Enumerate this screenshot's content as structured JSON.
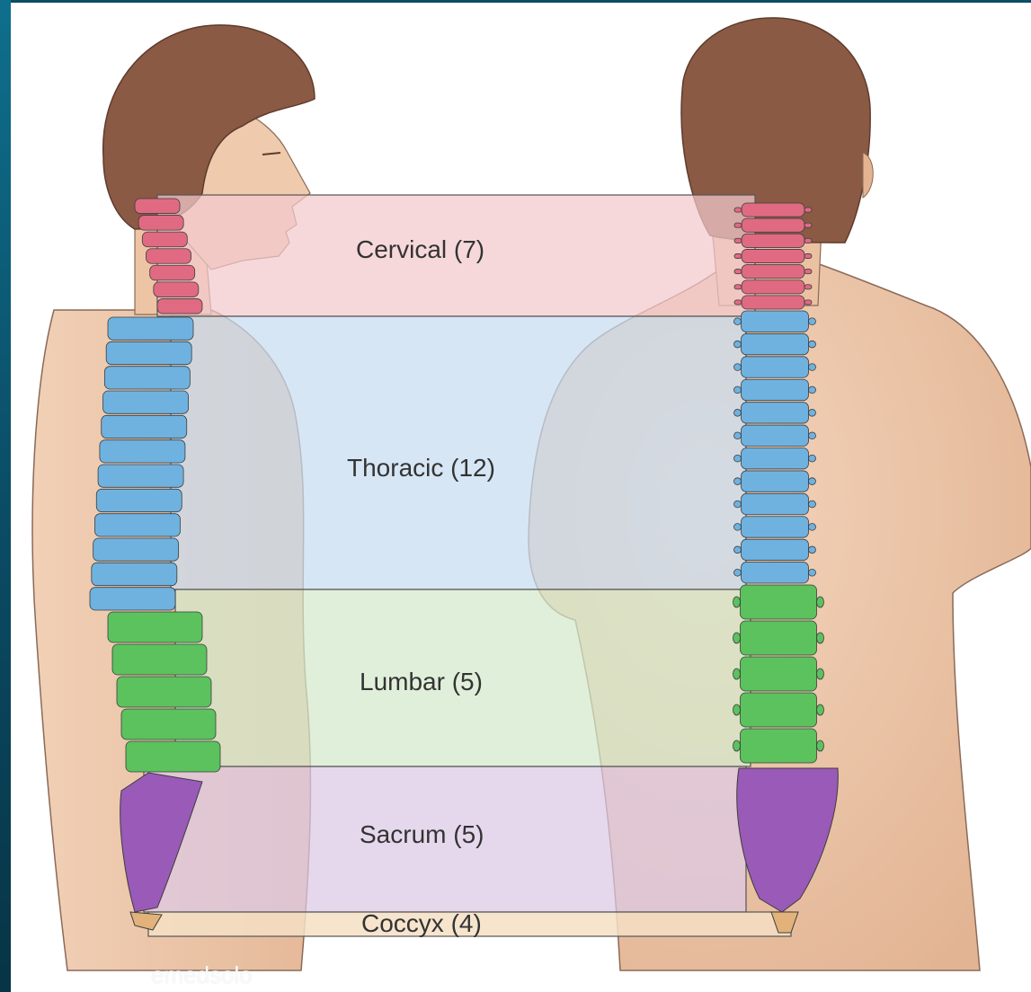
{
  "regions": [
    {
      "key": "cervical",
      "label": "Cervical (7)",
      "color": "#f3c9cd",
      "bone_color": "#e06a82"
    },
    {
      "key": "thoracic",
      "label": "Thoracic (12)",
      "color": "#c8ddf0",
      "bone_color": "#6fb2e0"
    },
    {
      "key": "lumbar",
      "label": "Lumbar (5)",
      "color": "#d4e9cc",
      "bone_color": "#5bc25e"
    },
    {
      "key": "sacrum",
      "label": "Sacrum (5)",
      "color": "#dcc9e4",
      "bone_color": "#9a5ab8"
    },
    {
      "key": "coccyx",
      "label": "Coccyx (4)",
      "color": "#f5dfc4",
      "bone_color": "#e2b27a"
    }
  ],
  "watermark": "emedsolo",
  "colors": {
    "skin": "#ecc7a8",
    "skin_shadow": "#d7a584",
    "hair": "#8a5a45",
    "frame": "#0b4d66"
  }
}
